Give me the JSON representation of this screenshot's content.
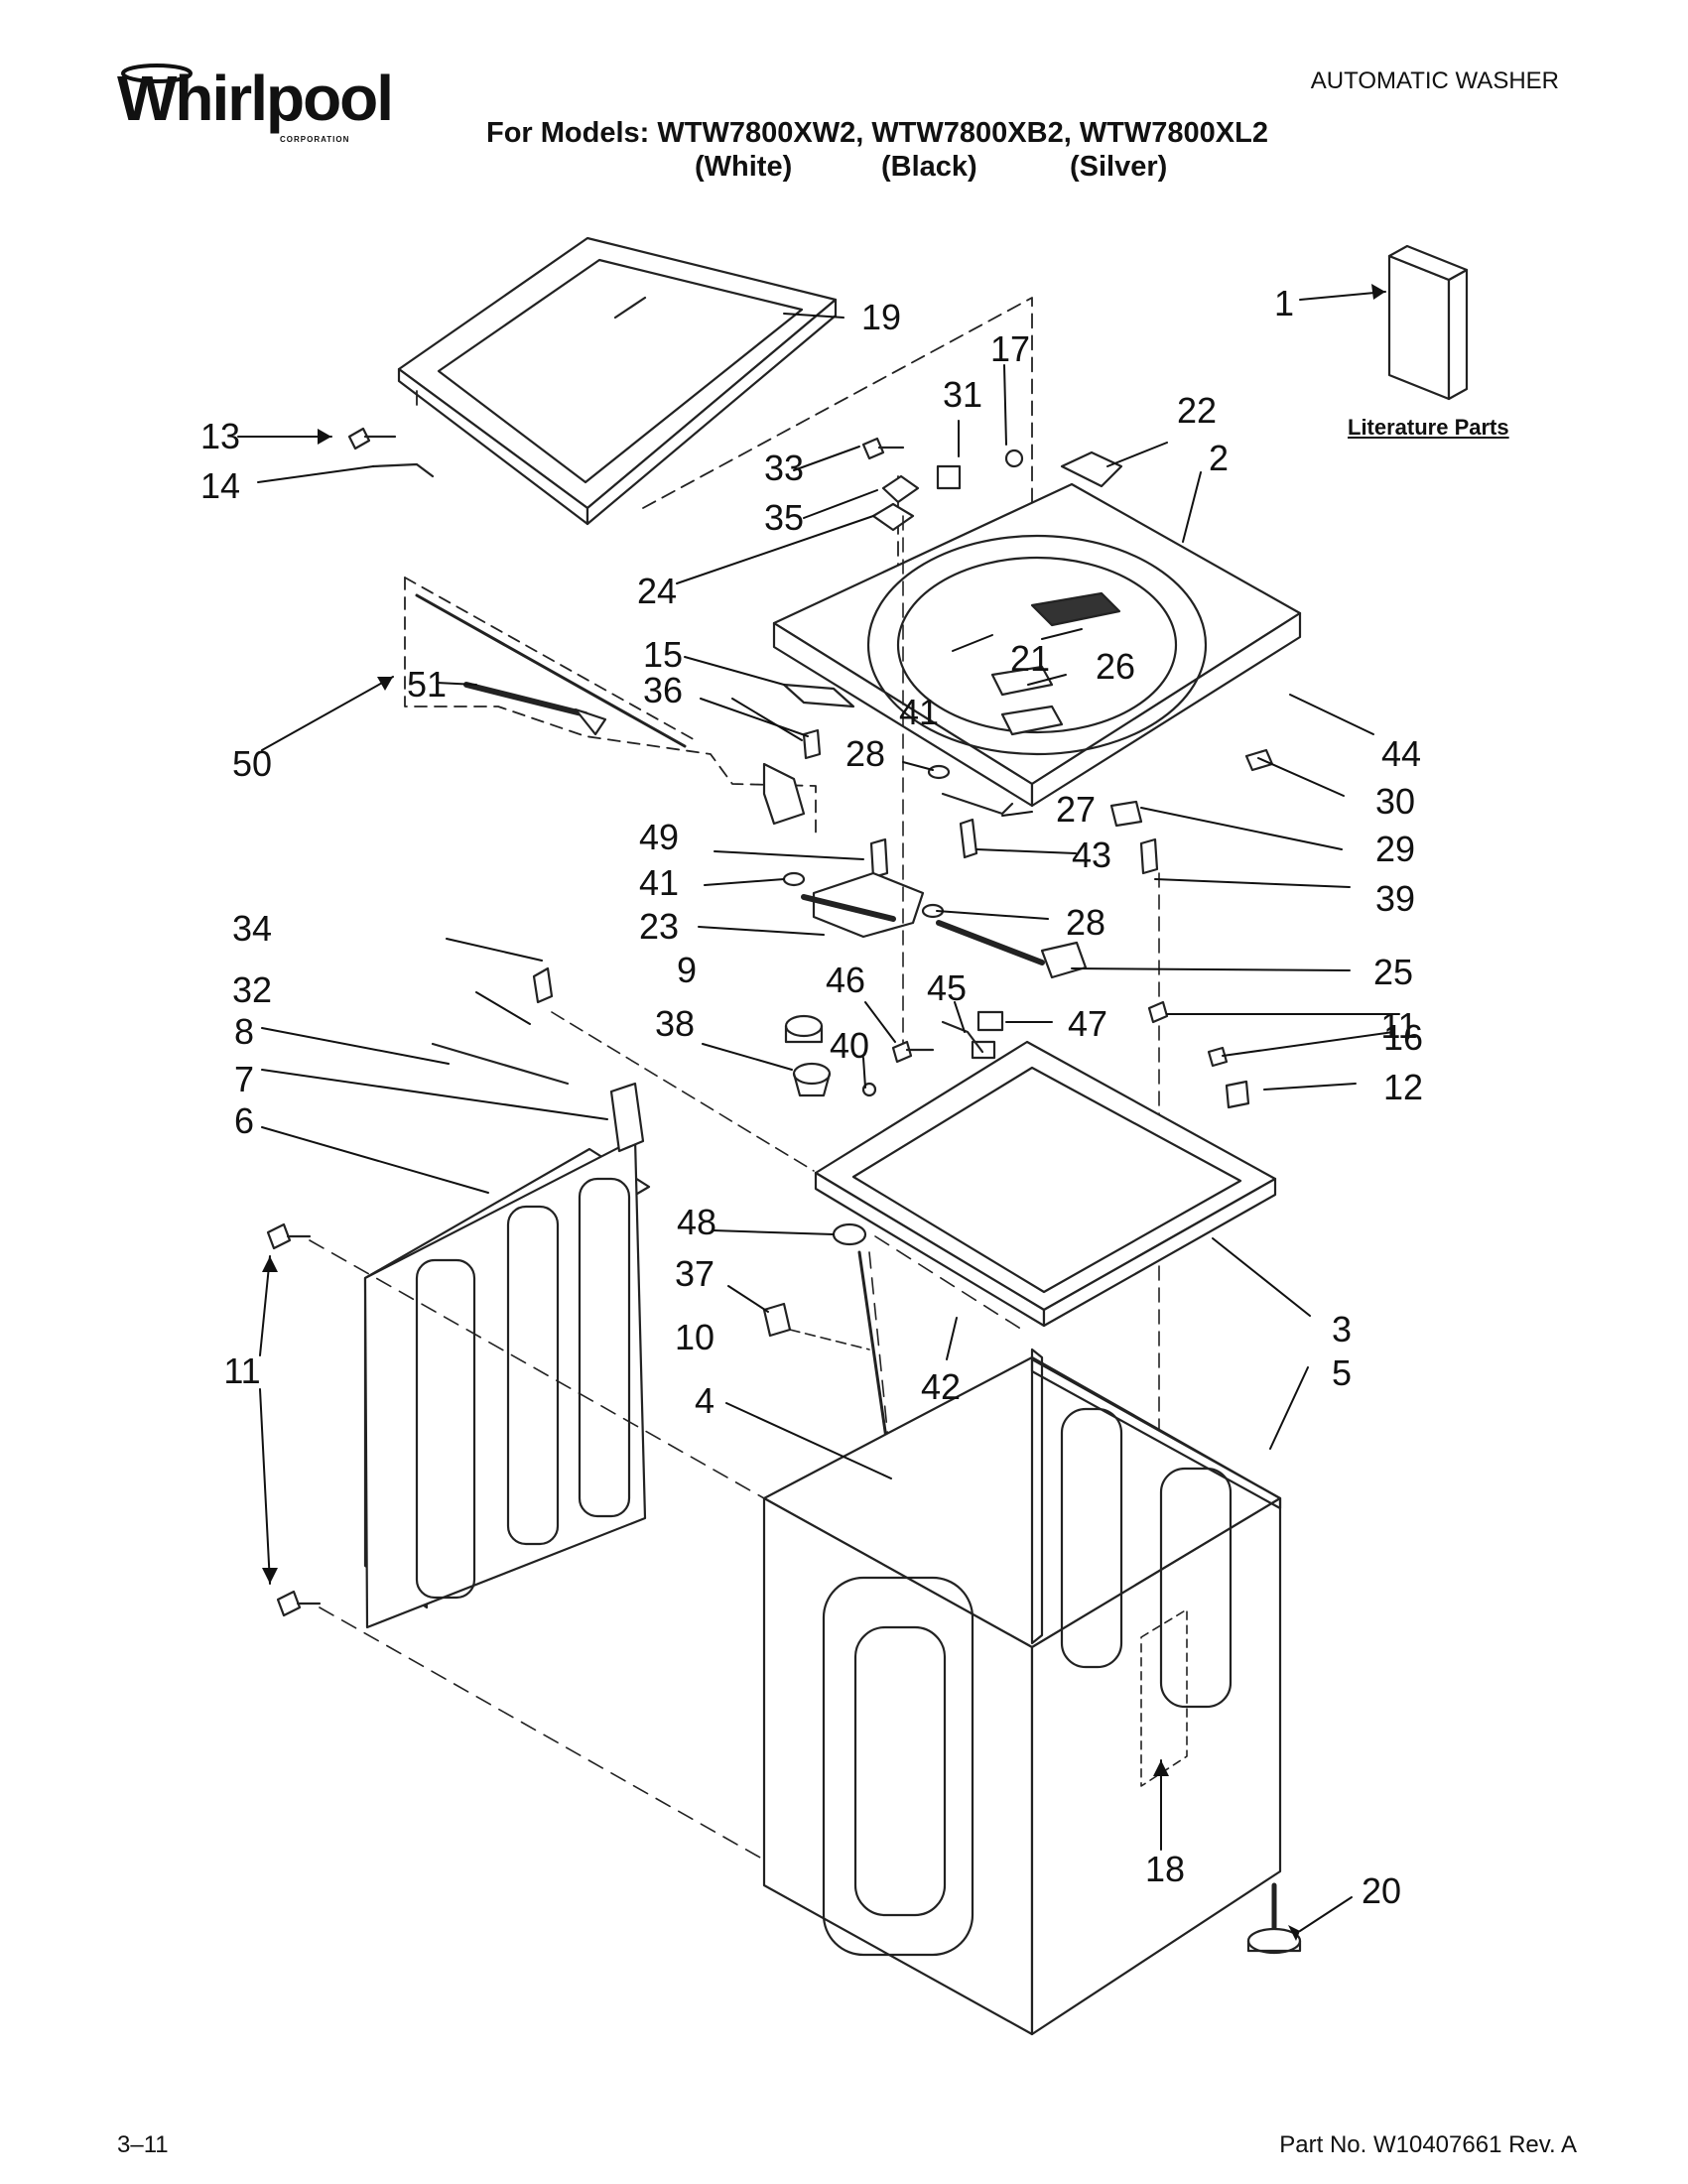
{
  "header": {
    "brand": "Whirlpool",
    "brand_sub": "CORPORATION",
    "section": "AUTOMATIC WASHER",
    "models_line": "For Models: WTW7800XW2, WTW7800XB2, WTW7800XL2",
    "variants": [
      "(White)",
      "(Black)",
      "(Silver)"
    ]
  },
  "literature_label": "Literature Parts",
  "callouts": [
    "1",
    "2",
    "3",
    "4",
    "5",
    "6",
    "7",
    "8",
    "9",
    "10",
    "11",
    "11",
    "11",
    "12",
    "13",
    "14",
    "15",
    "16",
    "17",
    "18",
    "19",
    "20",
    "21",
    "22",
    "23",
    "24",
    "25",
    "26",
    "27",
    "28",
    "28",
    "29",
    "30",
    "31",
    "32",
    "33",
    "34",
    "35",
    "36",
    "37",
    "38",
    "39",
    "40",
    "41",
    "41",
    "42",
    "43",
    "44",
    "45",
    "46",
    "47",
    "48",
    "49",
    "50",
    "51"
  ],
  "footer": {
    "page_number": "3–11",
    "part_number": "Part No. W10407661 Rev. A"
  }
}
